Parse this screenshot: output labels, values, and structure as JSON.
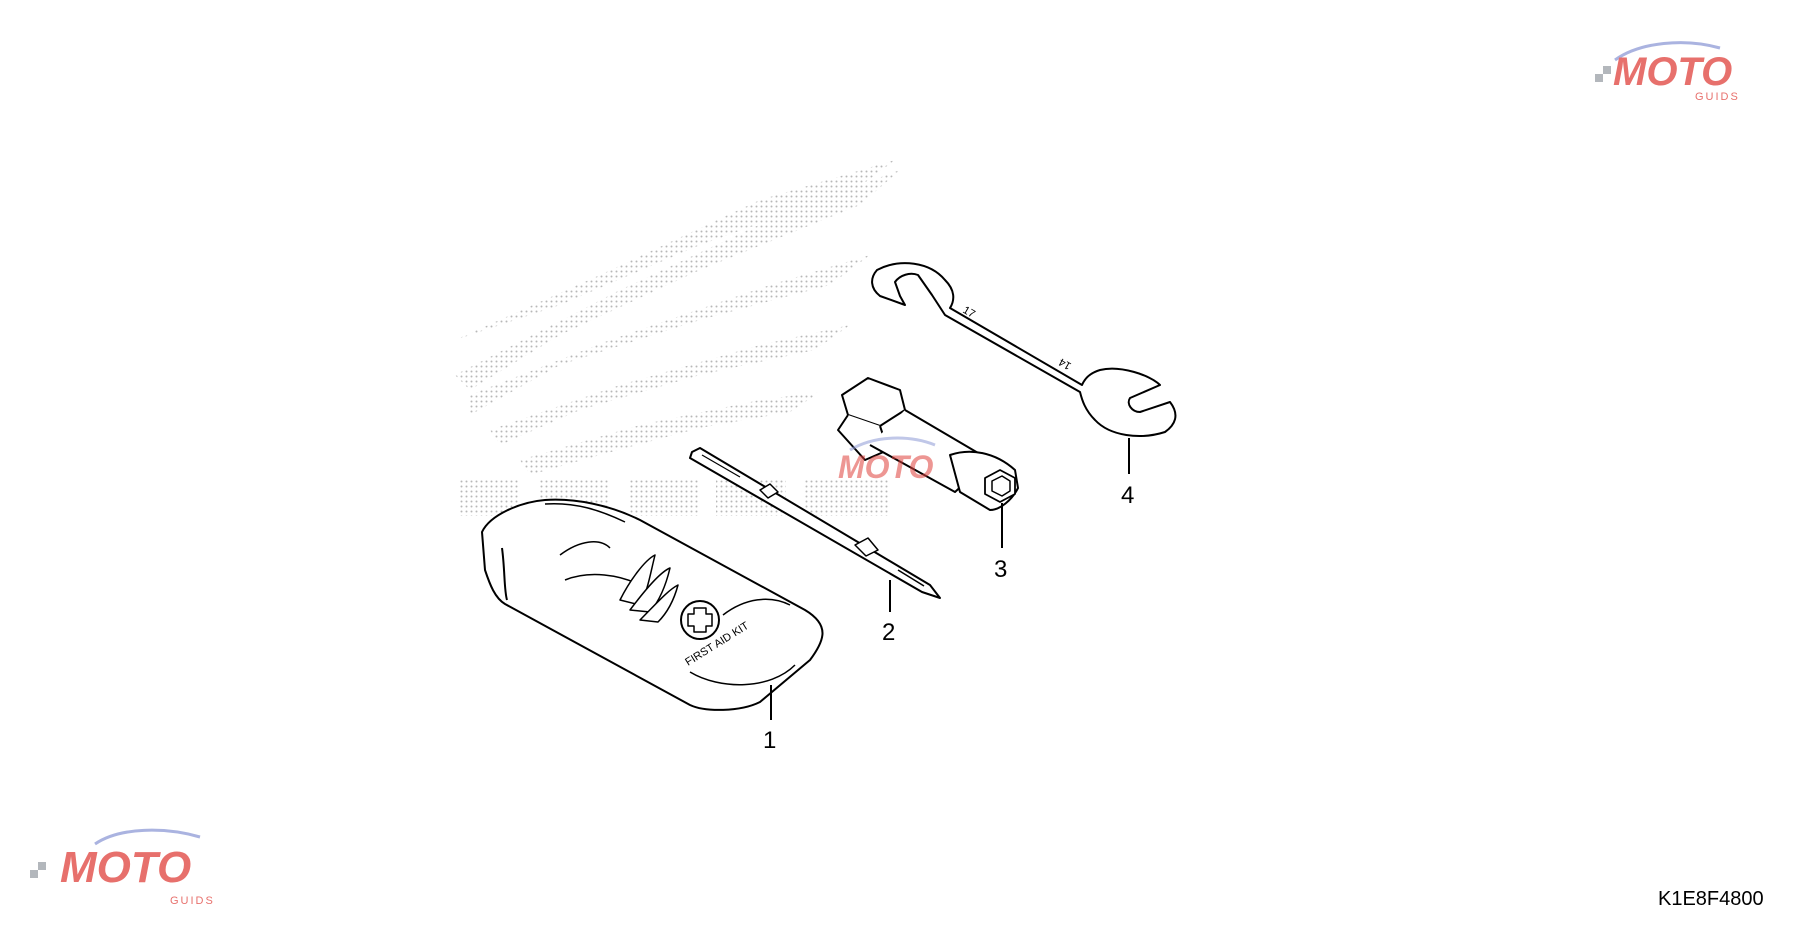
{
  "callouts": [
    {
      "label": "1"
    },
    {
      "label": "2"
    },
    {
      "label": "3"
    },
    {
      "label": "4"
    }
  ],
  "engravings": {
    "kit_text": "FIRST AID KIT",
    "wrench_size_a": "17",
    "wrench_size_b": "14"
  },
  "watermark": {
    "brand": "MOTO",
    "sub": "GUIDS",
    "colors": {
      "red": "#e0413c",
      "grey": "#9aa0a6",
      "blue": "#8e9ad6"
    }
  },
  "part_code": "K1E8F4800"
}
